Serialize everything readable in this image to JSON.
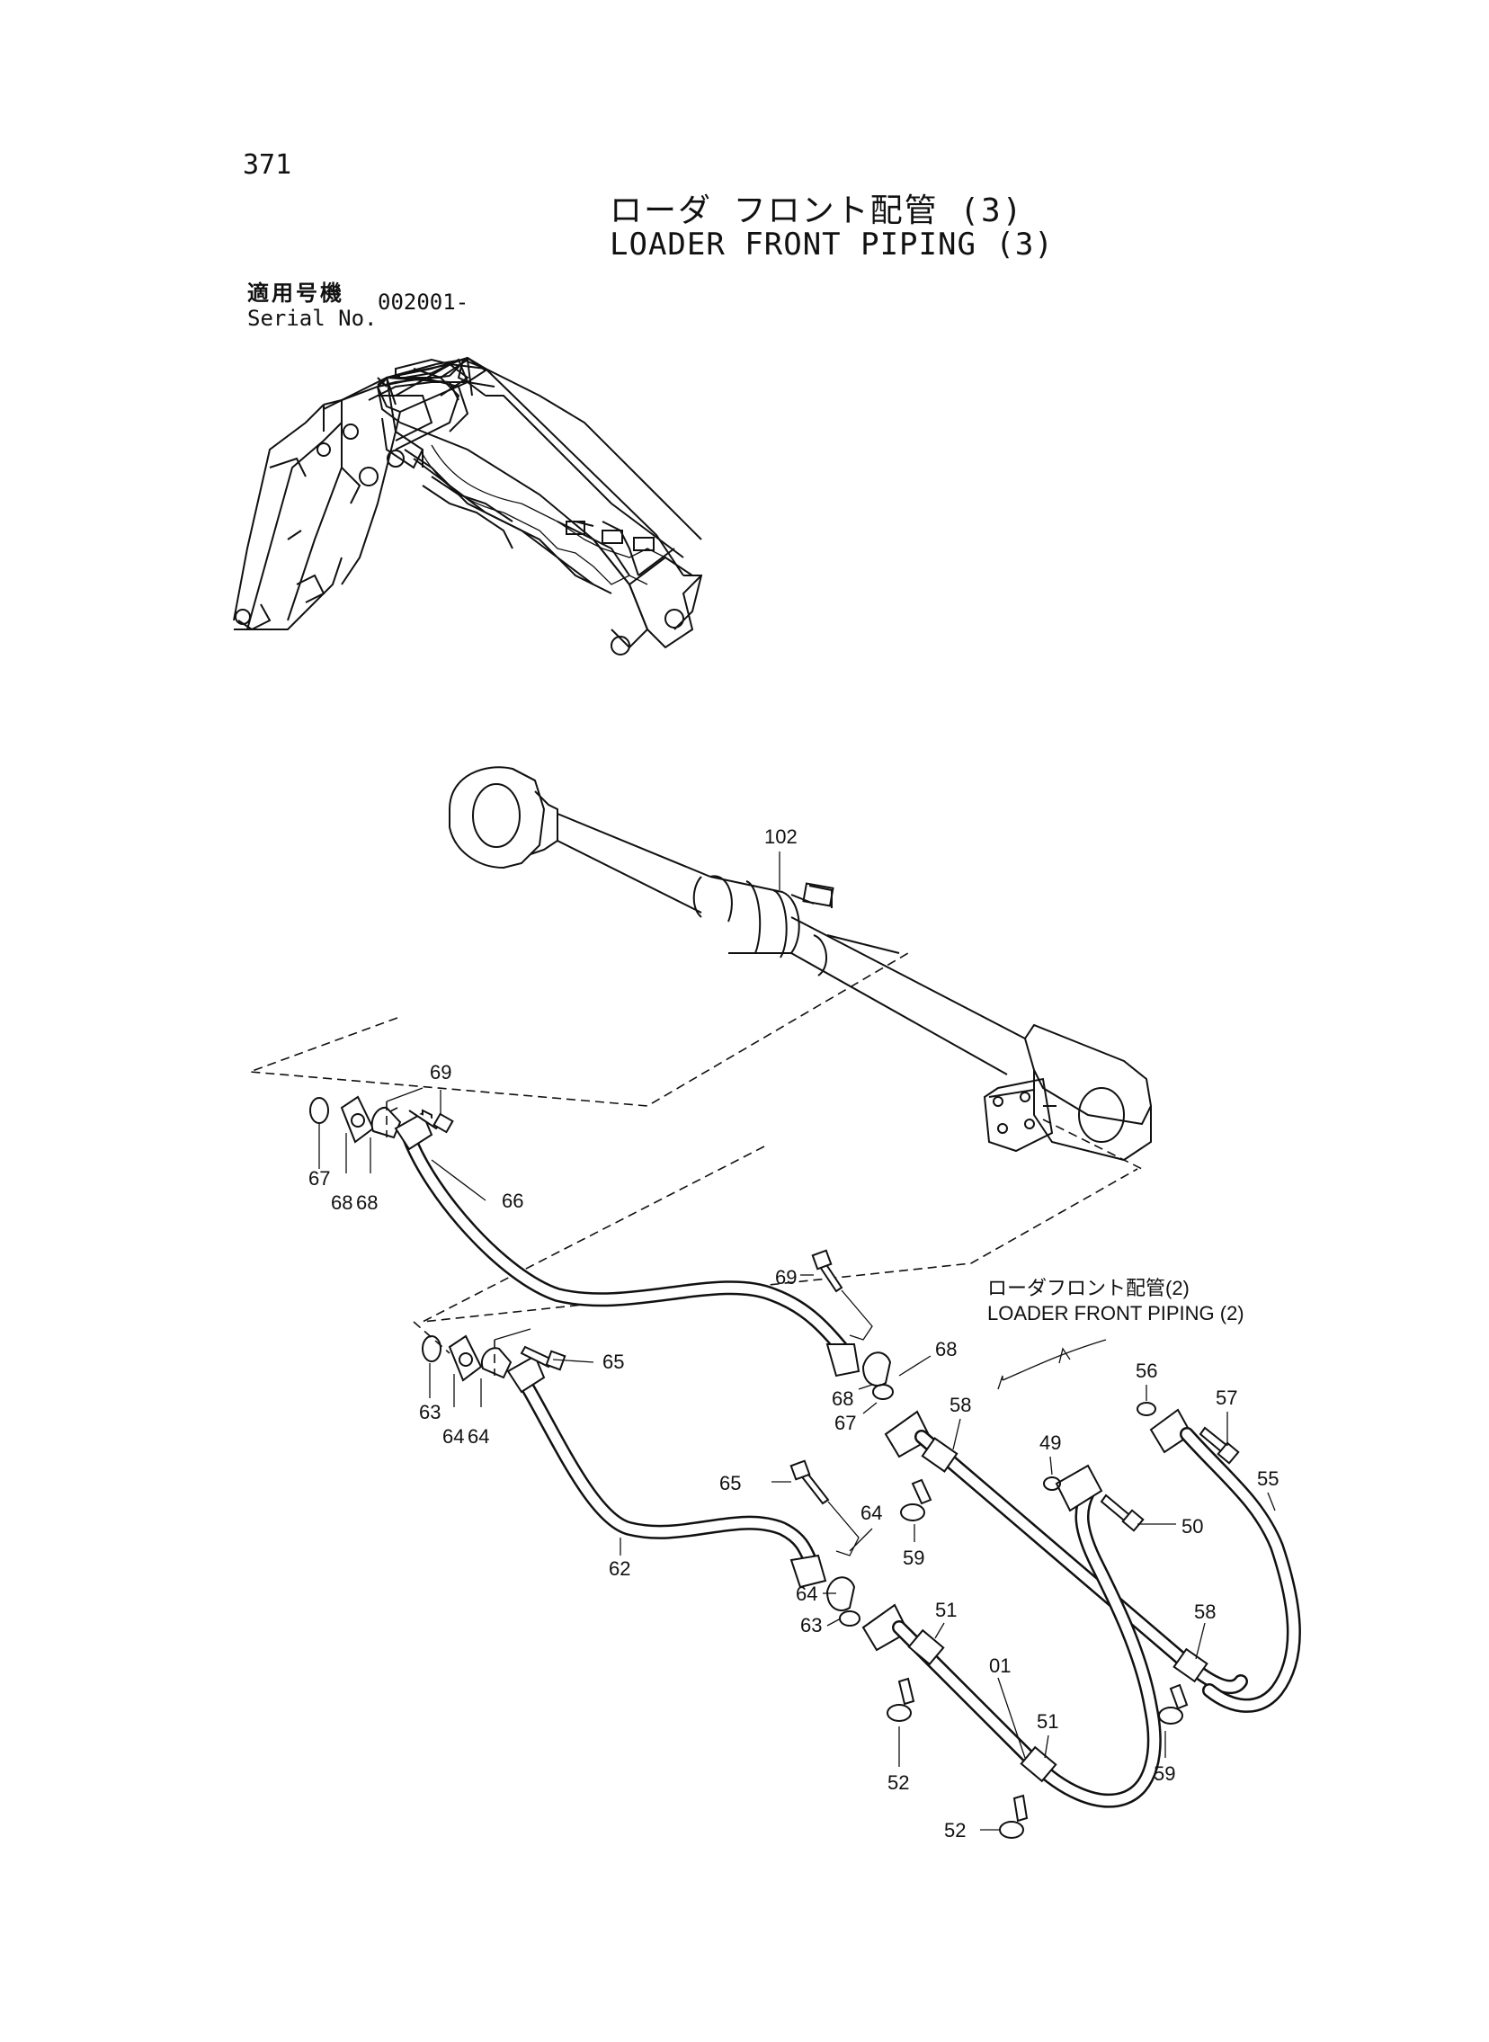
{
  "page_number": "371",
  "title_jp": "ローダ フロント配管 (3)",
  "title_en": "LOADER FRONT PIPING (3)",
  "serial_label_jp": "適用号機",
  "serial_label_en": "Serial No.",
  "serial_value": "002001-",
  "reference_jp": "ローダフロント配管(2)",
  "reference_en": "LOADER FRONT PIPING (2)",
  "callouts": [
    "102",
    "69",
    "67",
    "68",
    "68",
    "66",
    "69",
    "68",
    "68",
    "67",
    "65",
    "63",
    "64",
    "64",
    "65",
    "64",
    "64",
    "63",
    "62",
    "58",
    "59",
    "56",
    "57",
    "55",
    "49",
    "50",
    "51",
    "01",
    "51",
    "52",
    "52",
    "58",
    "59"
  ]
}
